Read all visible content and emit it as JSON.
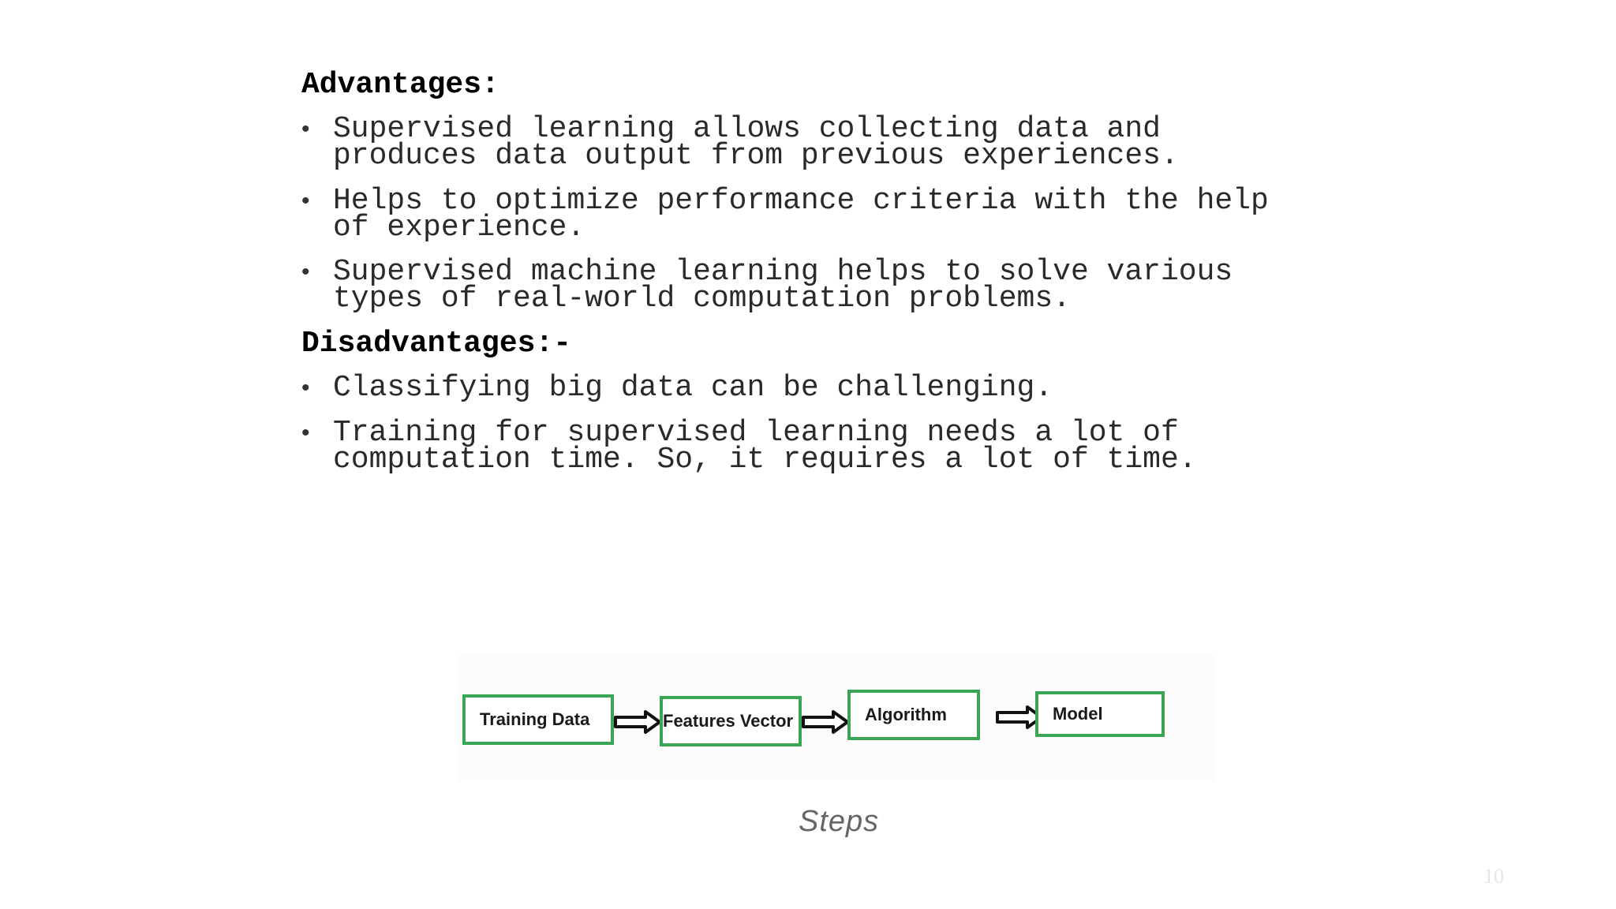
{
  "advantages": {
    "heading": "Advantages:",
    "items": [
      {
        "line1": "Supervised learning allows collecting data and",
        "line2": "produces data output from previous experiences."
      },
      {
        "line1": "Helps to optimize performance criteria with the help",
        "line2": "of experience."
      },
      {
        "line1": "Supervised machine learning helps to solve various",
        "line2": "types of real-world computation problems."
      }
    ]
  },
  "disadvantages": {
    "heading": "Disadvantages:-",
    "items": [
      {
        "line1": "Classifying big data can be challenging.",
        "line2": ""
      },
      {
        "line1": "Training for supervised learning needs a lot of",
        "line2": "computation time. So, it requires a lot of time."
      }
    ]
  },
  "bullet_symbol": "•",
  "diagram": {
    "steps": [
      "Training Data",
      "Features Vector",
      "Algorithm",
      "Model"
    ],
    "caption": "Steps",
    "box_color": "#3aa655"
  },
  "page_number": "10"
}
